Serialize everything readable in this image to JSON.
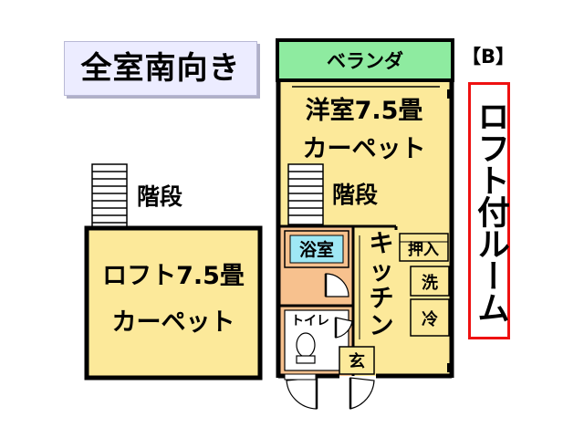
{
  "orientation_badge": "全室南向き",
  "plan_label": "【B】",
  "room_type_title": "ロフト付ルーム",
  "rooms": {
    "balcony": "ベランダ",
    "western_room_line1": "洋室7.5畳",
    "western_room_line2": "カーペット",
    "stairs_main": "階段",
    "bath": "浴室",
    "storage": "押入",
    "kitchen": "キッチン",
    "washer": "洗",
    "fridge": "冷",
    "toilet": "トイレ",
    "entrance": "玄"
  },
  "loft": {
    "stairs": "階段",
    "line1": "ロフト7.5畳",
    "line2": "カーペット"
  },
  "colors": {
    "floor": "#fce99a",
    "balcony": "#8eeba0",
    "bath": "#9fe8f5",
    "wet_area": "#f7c18e",
    "wall": "#000000",
    "title_border": "#ee1111",
    "badge_bg": "#ececff"
  }
}
